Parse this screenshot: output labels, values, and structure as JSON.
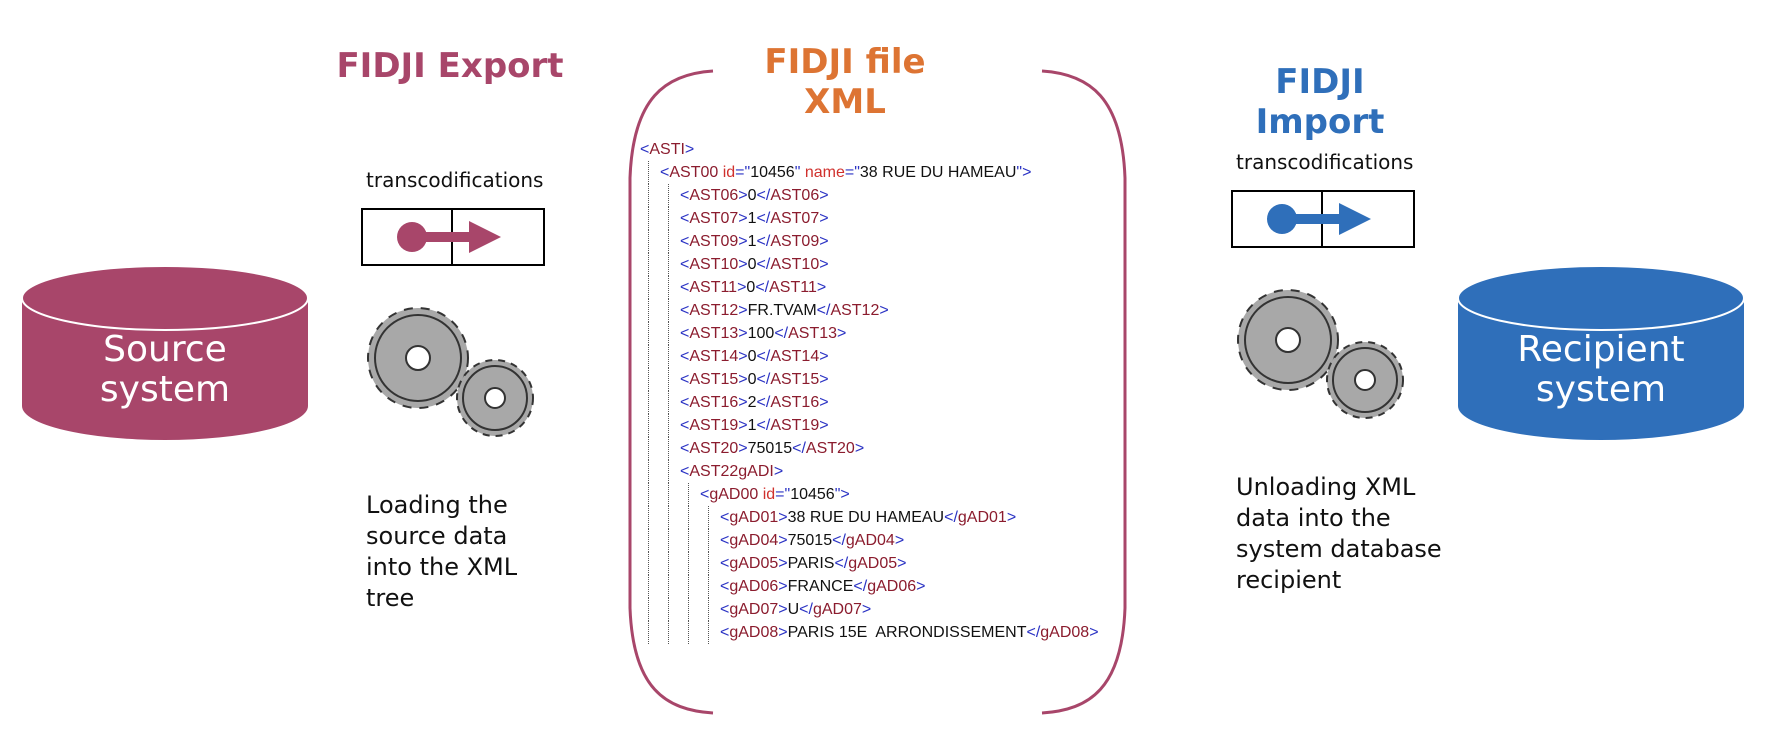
{
  "export": {
    "title": "FIDJI Export",
    "transcode_label": "transcodifications",
    "description": [
      "Loading the",
      "source data",
      "into the XML",
      "tree"
    ],
    "color": "#a8466a"
  },
  "xml_file": {
    "title_line1": "FIDJI file",
    "title_line2": "XML",
    "color": "#dd7433",
    "border_color": "#a8466a",
    "lines": [
      {
        "indent": 0,
        "tag": "ASTI",
        "text": "",
        "close": ""
      },
      {
        "indent": 1,
        "tag": "AST00",
        "attrs": [
          [
            "id",
            "10456"
          ],
          [
            "name",
            "38 RUE DU HAMEAU"
          ]
        ],
        "text": "",
        "close": ""
      },
      {
        "indent": 2,
        "tag": "AST06",
        "text": "0",
        "close": "AST06"
      },
      {
        "indent": 2,
        "tag": "AST07",
        "text": "1",
        "close": "AST07"
      },
      {
        "indent": 2,
        "tag": "AST09",
        "text": "1",
        "close": "AST09"
      },
      {
        "indent": 2,
        "tag": "AST10",
        "text": "0",
        "close": "AST10"
      },
      {
        "indent": 2,
        "tag": "AST11",
        "text": "0",
        "close": "AST11"
      },
      {
        "indent": 2,
        "tag": "AST12",
        "text": "FR.TVAM",
        "close": "AST12"
      },
      {
        "indent": 2,
        "tag": "AST13",
        "text": "100",
        "close": "AST13"
      },
      {
        "indent": 2,
        "tag": "AST14",
        "text": "0",
        "close": "AST14"
      },
      {
        "indent": 2,
        "tag": "AST15",
        "text": "0",
        "close": "AST15"
      },
      {
        "indent": 2,
        "tag": "AST16",
        "text": "2",
        "close": "AST16"
      },
      {
        "indent": 2,
        "tag": "AST19",
        "text": "1",
        "close": "AST19"
      },
      {
        "indent": 2,
        "tag": "AST20",
        "text": "75015",
        "close": "AST20"
      },
      {
        "indent": 2,
        "tag": "AST22gADI",
        "text": "",
        "close": ""
      },
      {
        "indent": 3,
        "tag": "gAD00",
        "attrs": [
          [
            "id",
            "10456"
          ]
        ],
        "text": "",
        "close": ""
      },
      {
        "indent": 4,
        "tag": "gAD01",
        "text": "38 RUE DU HAMEAU",
        "close": "gAD01"
      },
      {
        "indent": 4,
        "tag": "gAD04",
        "text": "75015",
        "close": "gAD04"
      },
      {
        "indent": 4,
        "tag": "gAD05",
        "text": "PARIS",
        "close": "gAD05"
      },
      {
        "indent": 4,
        "tag": "gAD06",
        "text": "FRANCE",
        "close": "gAD06"
      },
      {
        "indent": 4,
        "tag": "gAD07",
        "text": "U",
        "close": "gAD07"
      },
      {
        "indent": 4,
        "tag": "gAD08",
        "text": "PARIS 15E  ARRONDISSEMENT",
        "close": "gAD08"
      }
    ]
  },
  "import": {
    "title": "FIDJI Import",
    "transcode_label": "transcodifications",
    "description": [
      "Unloading XML",
      "data into the",
      "system database",
      "recipient"
    ],
    "color": "#2f6fba"
  },
  "source_db": {
    "line1": "Source",
    "line2": "system",
    "color": "#a8466a"
  },
  "recipient_db": {
    "line1": "Recipient",
    "line2": "system",
    "color": "#2f6fba"
  }
}
